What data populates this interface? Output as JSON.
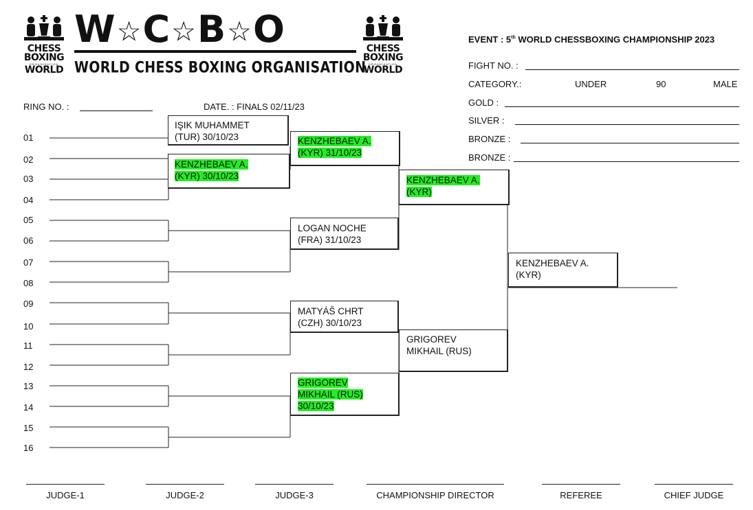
{
  "logo": {
    "letters": [
      "W",
      "C",
      "B",
      "O"
    ],
    "star": "☆",
    "subtitle": "WORLD CHESS BOXING ORGANISATION",
    "side_line1": "CHESS",
    "side_line2": "BOXING",
    "side_tiny": "ORGANISATION",
    "side_line3": "WORLD"
  },
  "event": {
    "prefix": "EVENT : 5",
    "sup": "th",
    "suffix": " WORLD CHESSBOXING CHAMPIONSHIP 2023"
  },
  "info": {
    "fight_no_label": "FIGHT NO. :",
    "category_label": "CATEGORY.:",
    "category_under": "UNDER",
    "category_weight": "90",
    "category_gender": "MALE",
    "gold_label": "GOLD :",
    "silver_label": "SILVER :",
    "bronze1_label": "BRONZE :",
    "bronze2_label": "BRONZE :"
  },
  "ring_label": "RING NO. :",
  "date_label": "DATE. :  FINALS 02/11/23",
  "slots": [
    "01",
    "02",
    "03",
    "04",
    "05",
    "06",
    "07",
    "08",
    "09",
    "10",
    "11",
    "12",
    "13",
    "14",
    "15",
    "16"
  ],
  "round1": [
    {
      "line1": "IŞIK MUHAMMET",
      "line2": "(TUR) 30/10/23",
      "highlight": false
    },
    {
      "line1": "KENZHEBAEV A.",
      "line2": "(KYR) 30/10/23",
      "highlight": true
    }
  ],
  "quarter": [
    {
      "line1": "KENZHEBAEV A.",
      "line2": "(KYR) 31/10/23",
      "highlight": true
    },
    {
      "line1": "LOGAN NOCHE",
      "line2": "(FRA) 31/10/23",
      "highlight": false
    },
    {
      "line1": "MATYÁŠ CHRT",
      "line2": "(CZH) 30/10/23",
      "highlight": false
    },
    {
      "line1": "GRIGOREV",
      "line2": "MIKHAIL (RUS)",
      "line3": "30/10/23",
      "highlight": true
    }
  ],
  "semi": [
    {
      "line1": "KENZHEBAEV A.",
      "line2": "(KYR)",
      "highlight": true
    },
    {
      "line1": "GRIGOREV",
      "line2": "MIKHAIL (RUS)",
      "highlight": false
    }
  ],
  "final": {
    "line1": "KENZHEBAEV A.",
    "line2": "(KYR)"
  },
  "signatures": [
    "JUDGE-1",
    "JUDGE-2",
    "JUDGE-3",
    "CHAMPIONSHIP DIRECTOR",
    "REFEREE",
    "CHIEF JUDGE"
  ]
}
